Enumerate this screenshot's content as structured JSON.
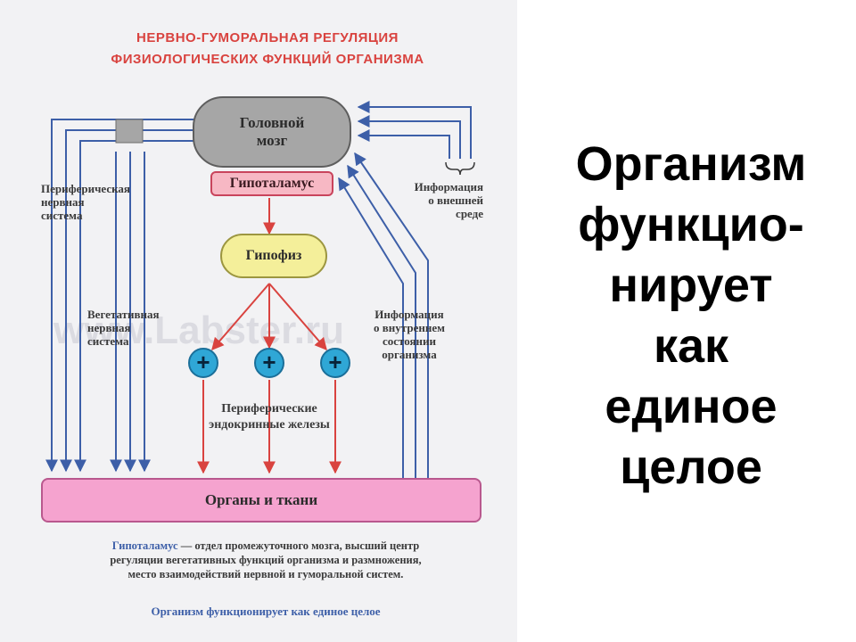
{
  "diagram": {
    "title_line1": "НЕРВНО-ГУМОРАЛЬНАЯ РЕГУЛЯЦИЯ",
    "title_line2": "ФИЗИОЛОГИЧЕСКИХ ФУНКЦИЙ ОРГАНИЗМА",
    "brain": [
      "Головной",
      "мозг"
    ],
    "hypothalamus": "Гипоталамус",
    "pituitary": "Гипофиз",
    "plus_symbol": "+",
    "peripheral_nervous": [
      "Периферическая",
      "нервная",
      "система"
    ],
    "autonomic_nervous": [
      "Вегетативная",
      "нервная",
      "система"
    ],
    "info_external": [
      "Информация",
      "о внешней",
      "среде"
    ],
    "info_internal": [
      "Информация",
      "о внутреннем",
      "состоянии",
      "организма"
    ],
    "glands": [
      "Периферические",
      "эндокринные железы"
    ],
    "organs": "Органы и ткани",
    "note_term": "Гипоталамус",
    "note_line1": " — отдел промежуточного мозга, высший центр",
    "note_line2": "регуляции вегетативных функций организма и размножения,",
    "note_line3": "место взаимодействий нервной и гуморальной систем.",
    "footer": "Организм функционирует как единое целое",
    "watermark": "www.Labster.ru",
    "colors": {
      "title": "#d9433f",
      "brain": "#a6a6a6",
      "hypothalamus": "#f7b8c4",
      "pituitary": "#f4ef9a",
      "organs": "#f5a3cf",
      "plus": "#2fa7d6",
      "nerve_lines": "#3d5fa8",
      "hormone_arrows": "#d9433f"
    }
  },
  "side_text": [
    "Организм",
    "функцио-",
    "нирует",
    "как",
    "единое",
    "целое"
  ]
}
